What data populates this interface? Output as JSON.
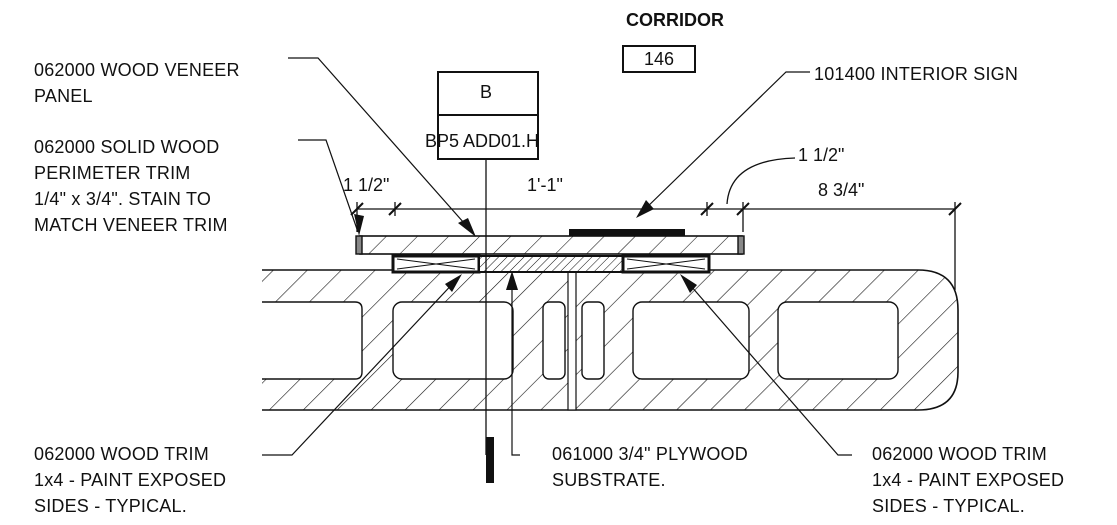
{
  "room": {
    "name": "CORRIDOR",
    "number": "146"
  },
  "sign_tag": {
    "letter": "B",
    "code": "BP5 ADD01.H"
  },
  "notes": {
    "veneer_panel": [
      "062000 WOOD VENEER",
      "PANEL"
    ],
    "perimeter_trim": [
      "062000 SOLID WOOD",
      "PERIMETER TRIM",
      "1/4\" x 3/4\".  STAIN TO",
      "MATCH VENEER TRIM"
    ],
    "interior_sign": [
      "101400 INTERIOR SIGN"
    ],
    "wood_trim_left": [
      "062000 WOOD TRIM",
      "1x4 - PAINT EXPOSED",
      "SIDES - TYPICAL."
    ],
    "plywood": [
      "061000 3/4\" PLYWOOD",
      "SUBSTRATE."
    ],
    "wood_trim_right": [
      "062000 WOOD TRIM",
      "1x4 - PAINT EXPOSED",
      "SIDES - TYPICAL."
    ]
  },
  "dimensions": {
    "left": "1 1/2\"",
    "center": "1'-1\"",
    "right_top": "1 1/2\"",
    "right": "8 3/4\""
  },
  "colors": {
    "line": "#111111",
    "background": "#ffffff"
  }
}
